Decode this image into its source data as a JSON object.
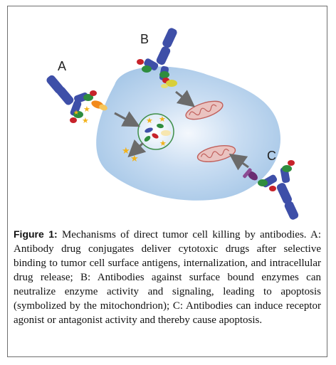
{
  "figure": {
    "labels": {
      "a": "A",
      "b": "B",
      "c": "C"
    },
    "colors": {
      "cell": "#a9cbea",
      "heavy_chain": "#3e4fa8",
      "light_chain_green": "#2f8d3e",
      "light_chain_red": "#c7222a",
      "drug": "#f2b21b",
      "linker": "#f28a1c",
      "mitochondrion": "#d98a86",
      "arrow": "#6b6b6b",
      "receptor": "#6a2c73",
      "enzyme": "#d8cf3a"
    }
  },
  "caption": {
    "label": "Figure 1:",
    "text": " Mechanisms of direct tumor cell killing by antibodies. A: Antibody drug conjugates deliver cytotoxic drugs after selective binding to tumor cell surface antigens, internalization, and intracellular drug release; B: Antibodies against surface bound enzymes can neutralize enzyme activity and signaling, leading to apoptosis (symbolized by the mitochondrion); C: Antibodies can induce receptor agonist or antagonist activity and thereby cause apoptosis."
  }
}
